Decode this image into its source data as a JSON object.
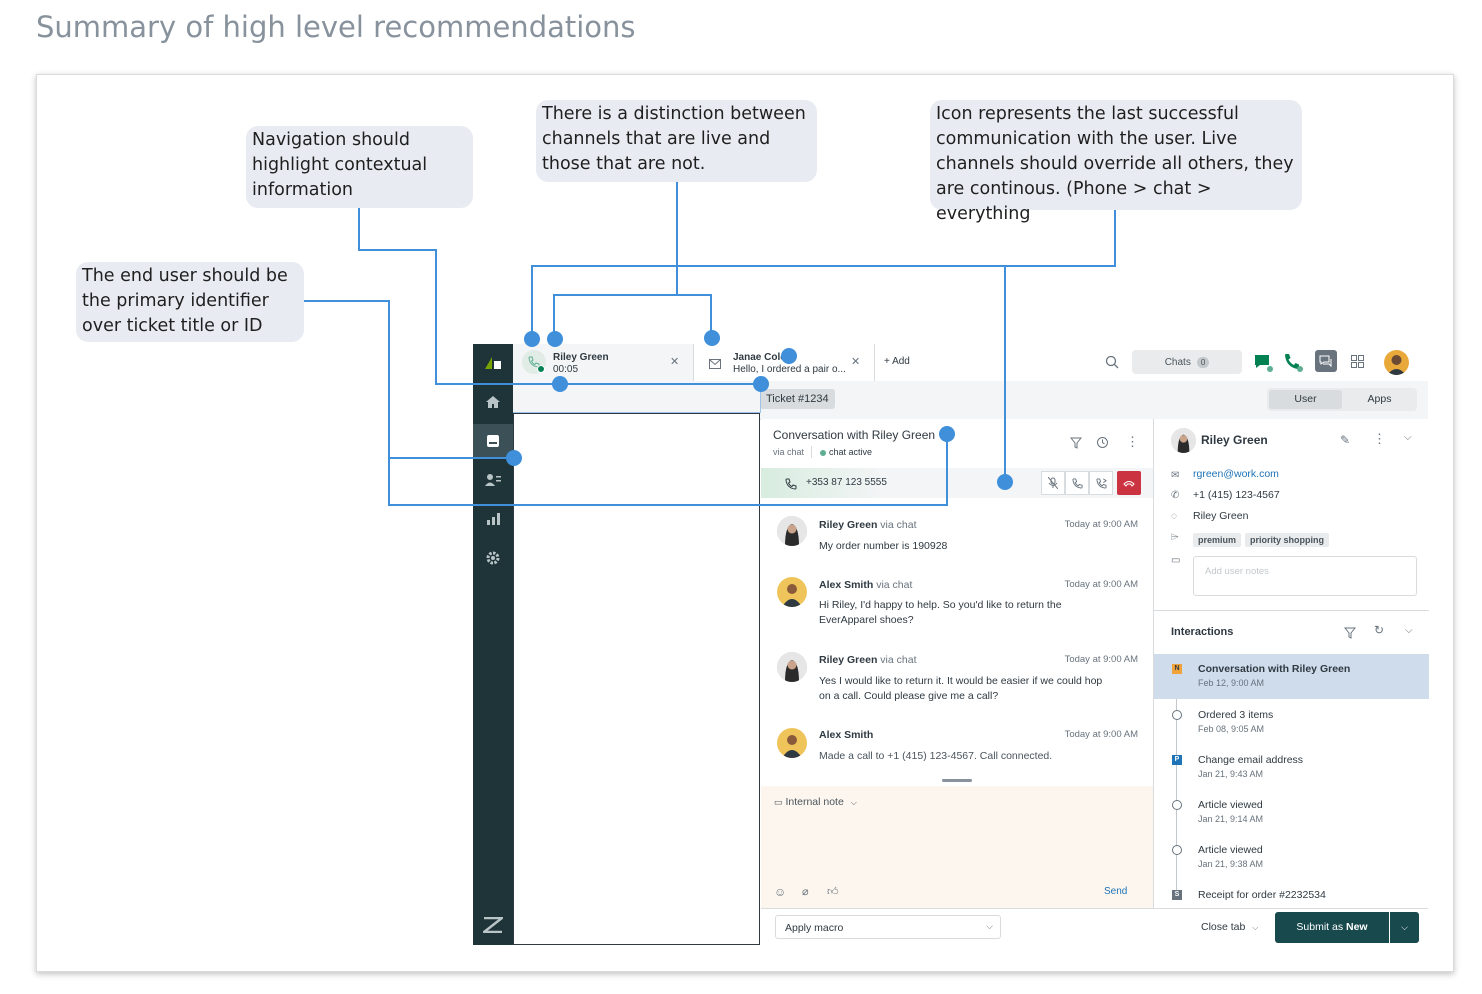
{
  "page_title": "Summary of high level recommendations",
  "callouts": {
    "navigation": "Navigation should highlight contextual information",
    "channels": "There is a distinction between channels that are live and those that are not.",
    "icon": "Icon represents the last successful communication with the user. Live channels should override all others, they are continous. (Phone > chat > everything",
    "end_user": "The end user should be the primary identifier over ticket title or ID"
  },
  "tabs": [
    {
      "name": "Riley Green",
      "sub": "00:05"
    },
    {
      "name": "Janae Cole",
      "sub": "Hello, I ordered a pair o..."
    }
  ],
  "add_tab": "+ Add",
  "header": {
    "chats_label": "Chats",
    "chats_count": "0"
  },
  "ticket_label": "Ticket #1234",
  "side_tabs": {
    "user": "User",
    "apps": "Apps"
  },
  "conversation": {
    "title": "Conversation with Riley Green",
    "via": "via chat",
    "status": "chat active",
    "phone": "+353 87 123 5555"
  },
  "messages": [
    {
      "name": "Riley Green",
      "via": "via chat",
      "time": "Today at 9:00 AM",
      "text": "My order number is 190928"
    },
    {
      "name": "Alex Smith",
      "via": "via chat",
      "time": "Today at 9:00 AM",
      "text": "Hi Riley, I'd happy to help. So you'd like to return the EverApparel shoes?"
    },
    {
      "name": "Riley Green",
      "via": "via chat",
      "time": "Today at 9:00 AM",
      "text": "Yes I would like to return it. It would be easier if we could hop on a call. Could please give me a call?"
    },
    {
      "name": "Alex Smith",
      "via": "",
      "time": "Today at 9:00 AM",
      "text": "Made a call to +1 (415) 123-4567. Call connected."
    }
  ],
  "composer": {
    "mode": "Internal note",
    "send": "Send"
  },
  "footer": {
    "macro": "Apply macro",
    "close_tab": "Close tab",
    "submit": "Submit as",
    "submit_status": "New"
  },
  "user": {
    "name": "Riley Green",
    "email": "rgreen@work.com",
    "phone": "+1 (415) 123-4567",
    "whatsapp": "Riley Green",
    "tags": [
      "premium",
      "priority shopping"
    ],
    "notes_placeholder": "Add user notes"
  },
  "interactions": {
    "title": "Interactions",
    "items": [
      {
        "badge": "N",
        "title": "Conversation with Riley Green",
        "date": "Feb 12, 9:00 AM"
      },
      {
        "badge": "",
        "title": "Ordered 3 items",
        "date": "Feb 08, 9:05 AM"
      },
      {
        "badge": "P",
        "title": "Change email address",
        "date": "Jan 21, 9:43 AM"
      },
      {
        "badge": "",
        "title": "Article viewed",
        "date": "Jan 21, 9:14 AM"
      },
      {
        "badge": "",
        "title": "Article viewed",
        "date": "Jan 21, 9:38 AM"
      },
      {
        "badge": "S",
        "title": "Receipt for order #2232534",
        "date": ""
      }
    ]
  },
  "colors": {
    "accent": "#3f8fdb",
    "nav_bg": "#1f3438",
    "hangup": "#cc3340",
    "live_green": "#5eae91",
    "selected_row": "#cfdcec",
    "composer_bg": "#fdf6ee"
  }
}
